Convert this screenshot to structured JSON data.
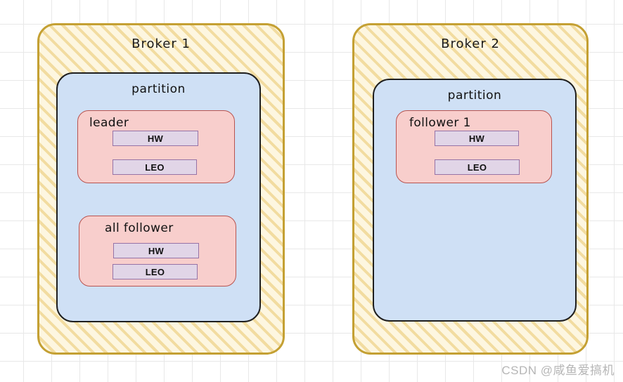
{
  "diagram": {
    "title": "Kafka broker partition HW/LEO diagram",
    "watermark": "CSDN @咸鱼爱搞机",
    "colors": {
      "broker_fill": "#fdf6e0",
      "broker_hatch": "#f2dca0",
      "broker_border": "#c4a033",
      "partition_fill": "#cfe0f5",
      "partition_border": "#1f1f1f",
      "replica_fill": "#f8cecc",
      "replica_border": "#b85450",
      "bar_fill": "#e1d5e7",
      "bar_border": "#9673a6",
      "grid_line": "#e8e8e8",
      "background": "#ffffff",
      "watermark_text": "#b6b6b6"
    },
    "brokers": [
      {
        "label": "Broker 1",
        "partition": {
          "label": "partition",
          "replicas": [
            {
              "label": "leader",
              "bars": [
                {
                  "label": "HW"
                },
                {
                  "label": "LEO"
                }
              ]
            },
            {
              "label": "all follower",
              "bars": [
                {
                  "label": "HW"
                },
                {
                  "label": "LEO"
                }
              ]
            }
          ]
        }
      },
      {
        "label": "Broker 2",
        "partition": {
          "label": "partition",
          "replicas": [
            {
              "label": "follower 1",
              "bars": [
                {
                  "label": "HW"
                },
                {
                  "label": "LEO"
                }
              ]
            }
          ]
        }
      }
    ]
  }
}
